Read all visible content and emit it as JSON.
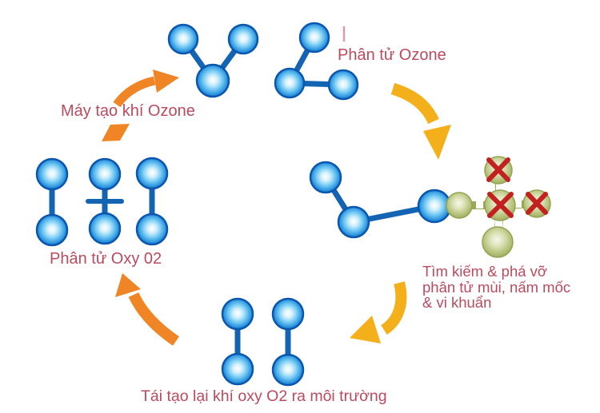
{
  "labels": {
    "generator": "Máy tạo khí Ozone",
    "ozone_molecule": "Phân tử Ozone",
    "attack": [
      "Tìm kiếm & phá vỡ",
      "phân tử mùi, nấm mốc",
      "& vi khuẩn"
    ],
    "oxygen_molecule": "Phân tử Oxy 02",
    "release": "Tái tạo lại khí oxy O2 ra môi trường"
  },
  "colors": {
    "background": "#ffffff",
    "label_text": "#bb4a5e",
    "arrow_orange": "#f08526",
    "arrow_yellow": "#f3b01a",
    "bond_blue": "#1464b4",
    "atom_blue_edge": "#0b56ae",
    "molecule_green": "#9aab58",
    "x_mark": "#c32020"
  }
}
